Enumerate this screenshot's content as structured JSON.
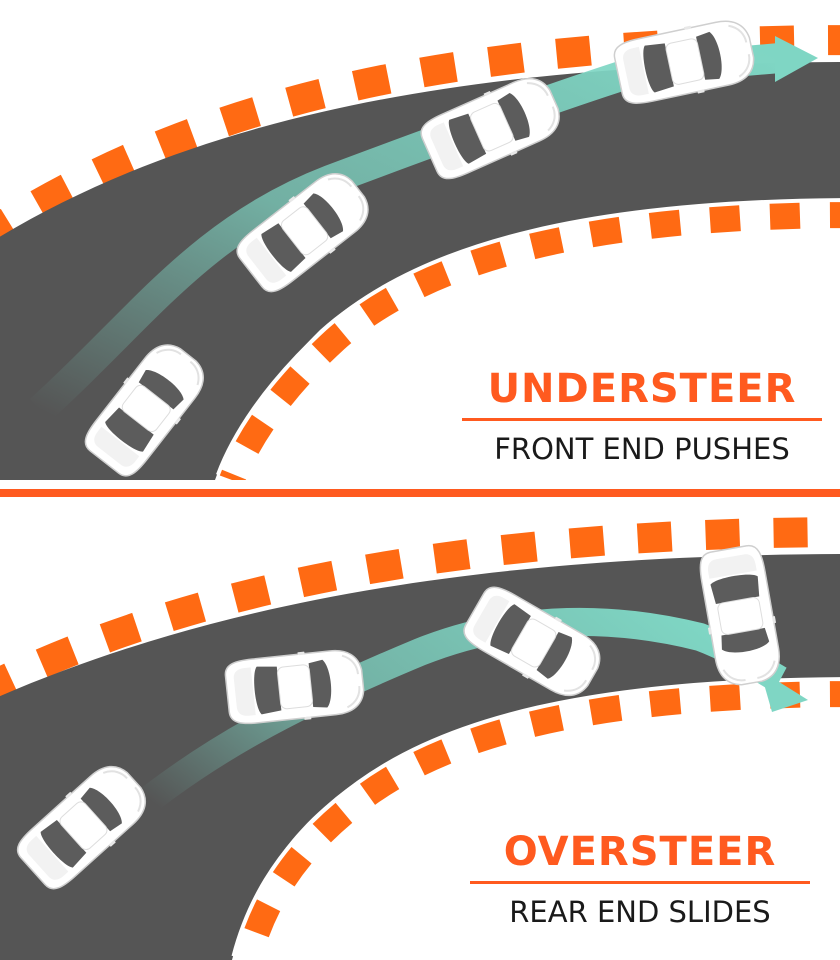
{
  "colors": {
    "accent": "#ff5a1f",
    "curb_orange": "#ff6a13",
    "asphalt": "#555555",
    "trajectory": "#7fd6c4",
    "car_body": "#ffffff",
    "car_glass": "#5c5c5c"
  },
  "panels": [
    {
      "id": "understeer",
      "title": "UNDERSTEER",
      "subtitle": "FRONT END PUSHES",
      "arrow_icon": "arrow-right-icon"
    },
    {
      "id": "oversteer",
      "title": "OVERSTEER",
      "subtitle": "REAR END SLIDES",
      "arrow_icon": "arrow-down-right-icon"
    }
  ],
  "icons": [
    "car-icon",
    "trajectory-arrow-icon",
    "race-track-icon"
  ]
}
